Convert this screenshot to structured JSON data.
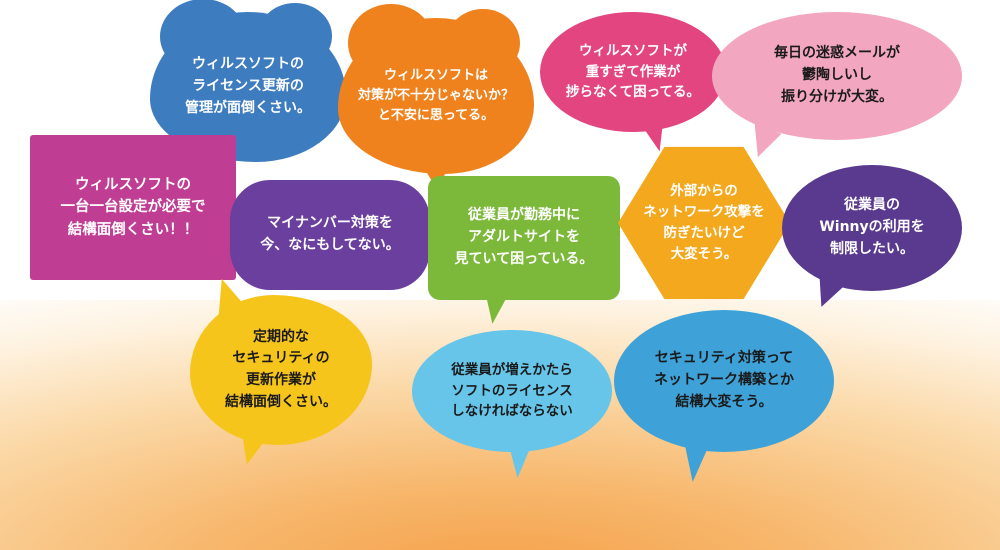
{
  "background": {
    "glow_color_bottom": "#f5a24b",
    "glow_color_mid": "#fbd9a8",
    "base_color": "#ffffff"
  },
  "bubbles": [
    {
      "id": "virus-license-management",
      "shape": "cloud",
      "text": "ウィルスソフトの\nライセンス更新の\n管理が面倒くさい。",
      "bg": "#3e7cc0",
      "fg": "#ffffff"
    },
    {
      "id": "virus-insufficient-doubt",
      "shape": "cloud",
      "text": "ウィルスソフトは\n対策が不十分じゃないか？\nと不安に思ってる。",
      "bg": "#f0821e",
      "fg": "#ffffff"
    },
    {
      "id": "virus-too-heavy",
      "shape": "oval",
      "text": "ウィルスソフトが\n重すぎて作業が\n捗らなくて困ってる。",
      "bg": "#e2457f",
      "fg": "#ffffff"
    },
    {
      "id": "spam-mail-sorting",
      "shape": "oval",
      "text": "毎日の迷惑メールが\n鬱陶しいし\n振り分けが大変。",
      "bg": "#f2a6c0",
      "fg": "#1a1a1a"
    },
    {
      "id": "per-pc-setup",
      "shape": "rect",
      "text": "ウィルスソフトの\n一台一台設定が必要で\n結構面倒くさい！！",
      "bg": "#bf3d92",
      "fg": "#ffffff"
    },
    {
      "id": "mynumber-no-action",
      "shape": "round",
      "text": "マイナンバー対策を\n今、なにもしてない。",
      "bg": "#6a3f9e",
      "fg": "#ffffff"
    },
    {
      "id": "adult-site-at-work",
      "shape": "green-rect",
      "text": "従業員が勤務中に\nアダルトサイトを\n見ていて困っている。",
      "bg": "#7cb93a",
      "fg": "#ffffff"
    },
    {
      "id": "external-network-attack",
      "shape": "hexagon",
      "text": "外部からの\nネットワーク攻撃を\n防ぎたいけど\n大変そう。",
      "bg": "#f4a81d",
      "fg": "#ffffff"
    },
    {
      "id": "restrict-winny",
      "shape": "oval",
      "text": "従業員の\nWinnyの利用を\n制限したい。",
      "bg": "#5a3a8e",
      "fg": "#ffffff"
    },
    {
      "id": "periodic-security-update",
      "shape": "blob",
      "text": "定期的な\nセキュリティの\n更新作業が\n結構面倒くさい。",
      "bg": "#f6c51c",
      "fg": "#1a1a1a"
    },
    {
      "id": "license-when-staff-grows",
      "shape": "oval",
      "text": "従業員が増えかたら\nソフトのライセンス\nしなければならない",
      "bg": "#66c5e9",
      "fg": "#1a1a1a"
    },
    {
      "id": "network-build-hard",
      "shape": "oval",
      "text": "セキュリティ対策って\nネットワーク構築とか\n結構大変そう。",
      "bg": "#3ea2d8",
      "fg": "#1a1a1a"
    }
  ]
}
